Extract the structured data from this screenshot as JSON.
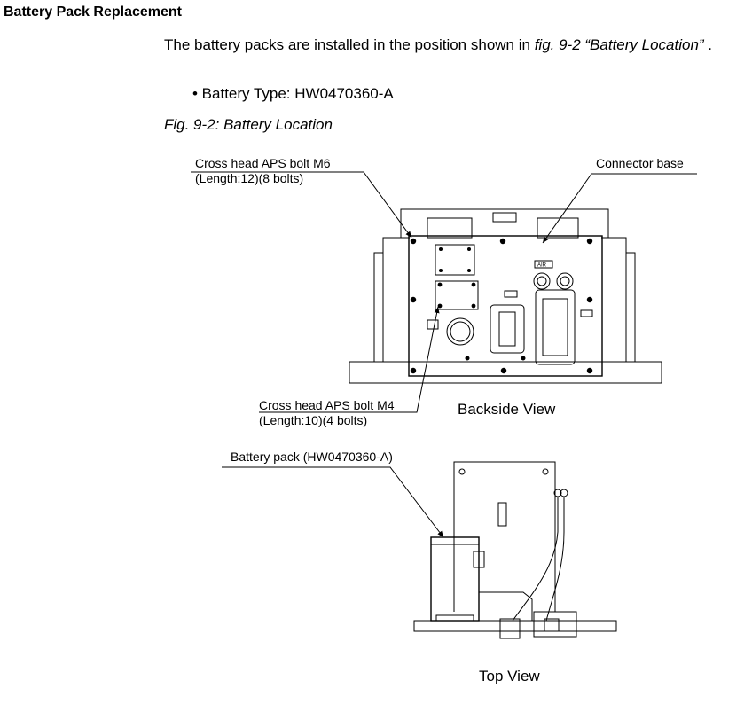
{
  "heading": "Battery Pack Replacement",
  "intro": {
    "text_before": "The battery packs are installed in the position shown in ",
    "fig_ref": "fig. 9-2",
    "fig_title_ref": " “Battery Location”",
    "text_after": " ."
  },
  "bullet": "• Battery Type: HW0470360-A",
  "figure_caption": "Fig. 9-2: Battery Location",
  "callouts": {
    "bolt_m6_line1": "Cross head APS bolt M6",
    "bolt_m6_line2": "(Length:12)(8 bolts)",
    "connector_base": "Connector base",
    "bolt_m4_line1": "Cross head APS bolt M4",
    "bolt_m4_line2": "(Length:10)(4 bolts)",
    "battery_pack": "Battery pack (HW0470360-A)"
  },
  "view_labels": {
    "backside": "Backside View",
    "top": "Top View"
  },
  "panel_markings": {
    "air": "AIR"
  }
}
